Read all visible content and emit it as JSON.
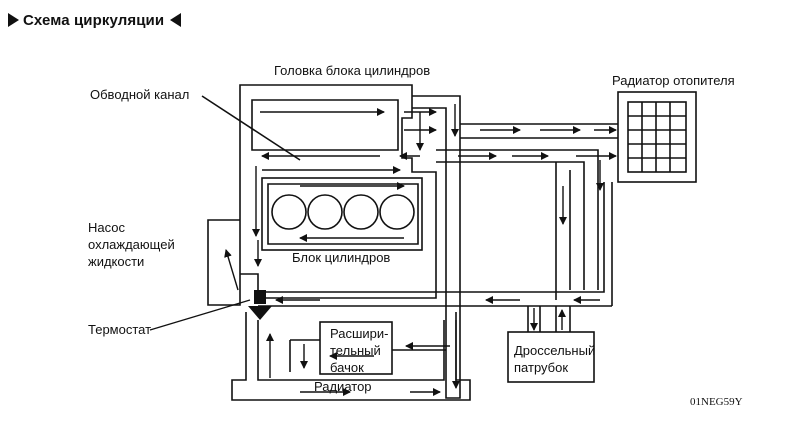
{
  "header": {
    "title": "Схема циркуляции",
    "left_marker": "triangle-right-icon",
    "right_marker": "triangle-left-icon"
  },
  "labels": {
    "cylinder_head": "Головка блока цилиндров",
    "bypass_channel": "Обводной канал",
    "heater_radiator": "Радиатор отопителя",
    "pump_line1": "Насос",
    "pump_line2": "охлаждающей",
    "pump_line3": "жидкости",
    "cylinder_block": "Блок цилиндров",
    "thermostat": "Термостат",
    "expansion_line1": "Расшири-",
    "expansion_line2": "тельный",
    "expansion_line3": "бачок",
    "throttle_line1": "Дроссельный",
    "throttle_line2": "патрубок",
    "radiator": "Радиатор",
    "figure_code": "01NEG59Y"
  },
  "colors": {
    "line": "#111111",
    "background": "#ffffff"
  }
}
